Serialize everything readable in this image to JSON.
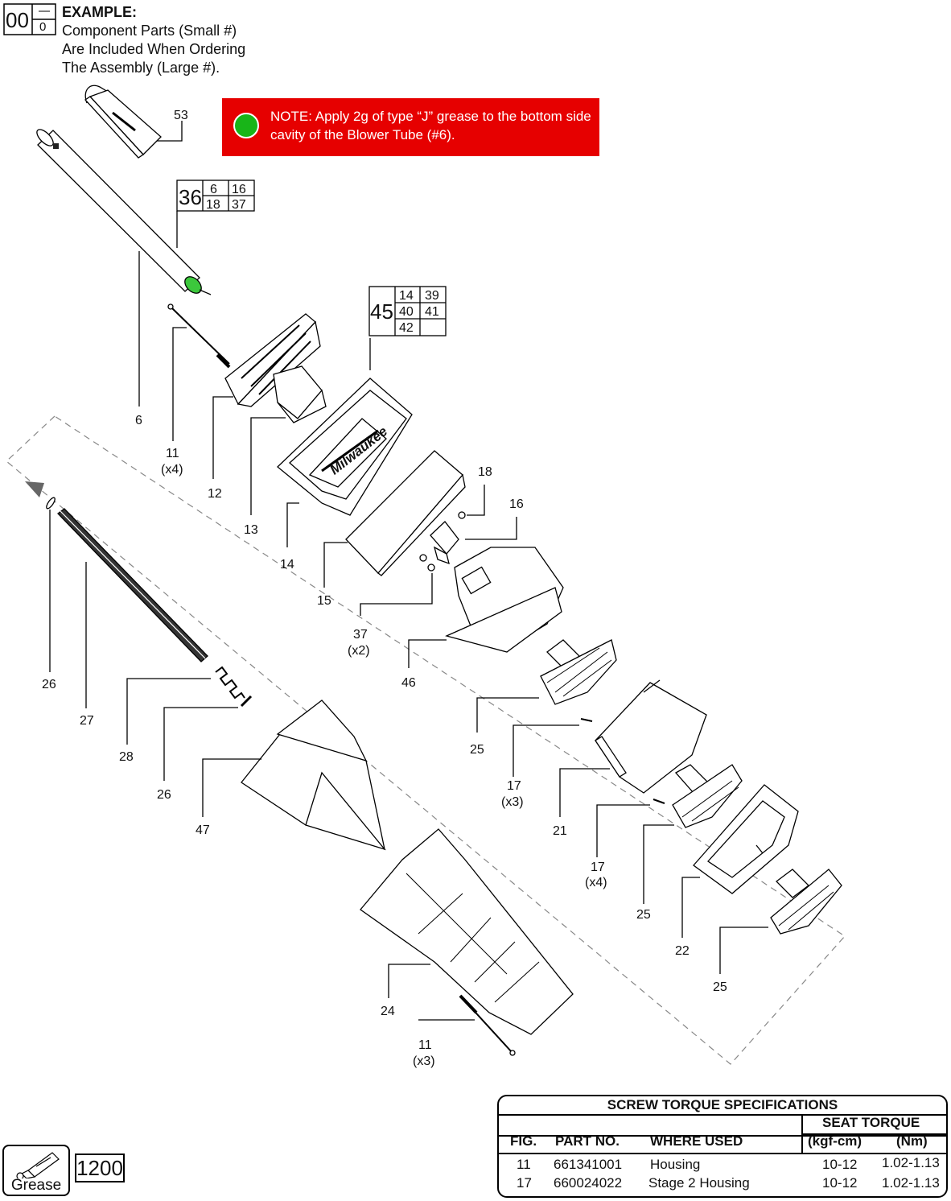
{
  "example": {
    "big": "00",
    "small": "0",
    "heading": "EXAMPLE:",
    "line1": "Component Parts (Small #)",
    "line2": "Are Included When Ordering",
    "line3": "The Assembly (Large #)."
  },
  "note": {
    "text": "NOTE: Apply 2g of type “J” grease to the bottom side cavity of the Blower Tube (#6)."
  },
  "assemblies": {
    "a36": {
      "big": "36",
      "c1": "6",
      "c2": "16",
      "c3": "18",
      "c4": "37"
    },
    "a45": {
      "big": "45",
      "c1": "14",
      "c2": "39",
      "c3": "40",
      "c4": "41",
      "c5": "42"
    }
  },
  "callouts": {
    "p53": "53",
    "p6": "6",
    "p11a": "11",
    "p11a_q": "(x4)",
    "p12": "12",
    "p13": "13",
    "p14": "14",
    "p15": "15",
    "p16": "16",
    "p18": "18",
    "p37": "37",
    "p37_q": "(x2)",
    "p46": "46",
    "p26a": "26",
    "p27": "27",
    "p28": "28",
    "p26b": "26",
    "p47": "47",
    "p25a": "25",
    "p17a": "17",
    "p17a_q": "(x3)",
    "p21": "21",
    "p17b": "17",
    "p17b_q": "(x4)",
    "p25b": "25",
    "p22": "22",
    "p25c": "25",
    "p24": "24",
    "p11b": "11",
    "p11b_q": "(x3)"
  },
  "brand_text": "Milwaukee",
  "torque_table": {
    "title": "SCREW TORQUE SPECIFICATIONS",
    "seat_torque": "SEAT TORQUE",
    "col_fig": "FIG.",
    "col_part": "PART NO.",
    "col_where": "WHERE USED",
    "col_kgf": "(kgf-cm)",
    "col_nm": "(Nm)",
    "rows": [
      {
        "fig": "11",
        "part": "661341001",
        "where": "Housing",
        "kgf": "10-12",
        "nm": "1.02-1.13"
      },
      {
        "fig": "17",
        "part": "660024022",
        "where": "Stage 2 Housing",
        "kgf": "10-12",
        "nm": "1.02-1.13"
      }
    ]
  },
  "grease": {
    "label": "Grease",
    "number": "1200"
  },
  "colors": {
    "note_bg": "#e60000",
    "note_dot": "#18b518",
    "grease_mark": "#3cc83c"
  }
}
